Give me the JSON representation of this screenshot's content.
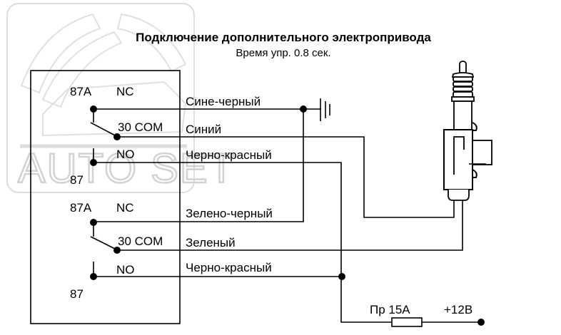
{
  "header": {
    "title": "Подключение дополнительного электропривода",
    "subtitle": "Время упр. 0.8 сек."
  },
  "watermark": {
    "text": "AUTO SET",
    "color": "#d2d2d2"
  },
  "relays": [
    {
      "pins": {
        "nc_num": "87A",
        "nc": "NC",
        "com": "30 COM",
        "no": "NO",
        "no_num": "87"
      },
      "wires": {
        "nc": "Сине-черный",
        "com": "Синий",
        "no": "Черно-красный"
      }
    },
    {
      "pins": {
        "nc_num": "87A",
        "nc": "NC",
        "com": "30 COM",
        "no": "NO",
        "no_num": "87"
      },
      "wires": {
        "nc": "Зелено-черный",
        "com": "Зеленый",
        "no": "Черно-красный"
      }
    }
  ],
  "power": {
    "fuse_label": "Пр 15А",
    "supply_label": "+12В"
  },
  "components": {
    "ground": "ground-symbol",
    "actuator": "door-lock-actuator"
  },
  "colors": {
    "line": "#000000",
    "background": "#ffffff"
  }
}
